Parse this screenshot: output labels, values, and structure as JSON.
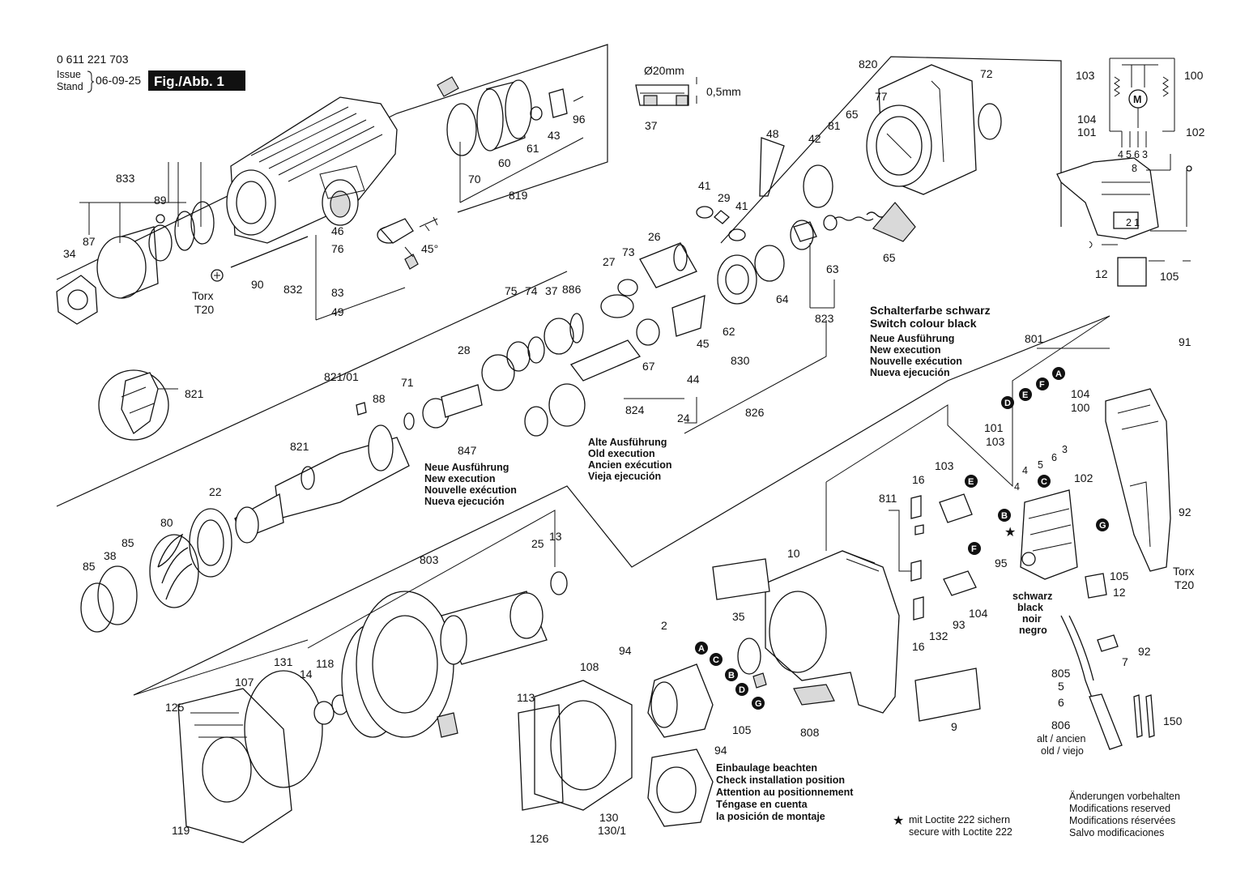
{
  "header": {
    "doc_number": "0 611 221 703",
    "issue_label": "Issue",
    "stand_label": "Stand",
    "date": "06-09-25",
    "fig_label": "Fig./Abb. 1"
  },
  "dimension": {
    "diameter": "Ø20mm",
    "thickness": "0,5mm",
    "part": "37"
  },
  "torx": {
    "torx_word": "Torx",
    "size": "T20"
  },
  "angle": "45°",
  "parts": {
    "p34": "34",
    "p87": "87",
    "p833": "833",
    "p89": "89",
    "p46": "46",
    "p76": "76",
    "p832": "832",
    "p83": "83",
    "p49": "49",
    "p90": "90",
    "p70": "70",
    "p60": "60",
    "p61": "61",
    "p43": "43",
    "p96": "96",
    "p819": "819",
    "p41a": "41",
    "p29": "29",
    "p41b": "41",
    "p26": "26",
    "p27": "27",
    "p73": "73",
    "p48": "48",
    "p42": "42",
    "p81": "81",
    "p65a": "65",
    "p77": "77",
    "p820": "820",
    "p72": "72",
    "p65b": "65",
    "p63": "63",
    "p64": "64",
    "p62": "62",
    "p830": "830",
    "p823": "823",
    "p75": "75",
    "p74": "74",
    "p37b": "37",
    "p886": "886",
    "p28": "28",
    "p67": "67",
    "p45": "45",
    "p44": "44",
    "p824": "824",
    "p24": "24",
    "p826": "826",
    "p847": "847",
    "p821_01": "821/01",
    "p88": "88",
    "p71": "71",
    "p821a": "821",
    "p821b": "821",
    "p22": "22",
    "p80": "80",
    "p85a": "85",
    "p38": "38",
    "p85b": "85",
    "p803": "803",
    "p25": "25",
    "p13": "13",
    "p2": "2",
    "p94a": "94",
    "p94b": "94",
    "p35": "35",
    "p10": "10",
    "p808": "808",
    "p9": "9",
    "p131": "131",
    "p107": "107",
    "p14": "14",
    "p118": "118",
    "p125": "125",
    "p119": "119",
    "p108": "108",
    "p113": "113",
    "p126": "126",
    "p130": "130",
    "p130_1": "130/1",
    "p105a": "105",
    "p811": "811",
    "p16a": "16",
    "p103a": "103",
    "p16b": "16",
    "p132": "132",
    "p93": "93",
    "p104a": "104",
    "p95": "95",
    "p801": "801",
    "p91": "91",
    "p104b": "104",
    "p100a": "100",
    "p101a": "101",
    "p103b": "103",
    "p102a": "102",
    "p92a": "92",
    "p105b": "105",
    "p12a": "12",
    "p805": "805",
    "p5": "5",
    "p6": "6",
    "p7": "7",
    "p92b": "92",
    "p806": "806",
    "p150": "150",
    "p103c": "103",
    "p100b": "100",
    "p104c": "104",
    "p101b": "101",
    "p102b": "102",
    "p12b": "12",
    "p105c": "105"
  },
  "wire_pins": {
    "w4": "4",
    "w5": "5",
    "w6": "6",
    "w3": "3",
    "w8": "8",
    "w2": "2",
    "w1": "1",
    "wr4": "4",
    "wr5": "5",
    "wr6": "6",
    "wr3": "3",
    "wr4b": "4"
  },
  "markers": {
    "A": "A",
    "B": "B",
    "C": "C",
    "D": "D",
    "E": "E",
    "F": "F",
    "G": "G"
  },
  "notes": {
    "switch_colour": [
      "Schalterfarbe schwarz",
      "Switch colour black",
      "Neue Ausführung",
      "New execution",
      "Nouvelle exécution",
      "Nueva ejecución"
    ],
    "new_execution": [
      "Neue Ausführung",
      "New execution",
      "Nouvelle exécution",
      "Nueva ejecución"
    ],
    "old_execution": [
      "Alte Ausführung",
      "Old execution",
      "Ancien exécution",
      "Vieja ejecución"
    ],
    "black_cable": [
      "schwarz",
      "black",
      "noir",
      "negro"
    ],
    "alt_old": [
      "alt / ancien",
      "old / viejo"
    ],
    "install": [
      "Einbaulage beachten",
      "Check installation position",
      "Attention au positionnement",
      "Téngase en cuenta",
      "la posición de montaje"
    ],
    "loctite": [
      "mit Loctite 222 sichern",
      "secure with Loctite 222"
    ],
    "modifications": [
      "Änderungen vorbehalten",
      "Modifications reserved",
      "Modifications réservées",
      "Salvo modificaciones"
    ]
  }
}
